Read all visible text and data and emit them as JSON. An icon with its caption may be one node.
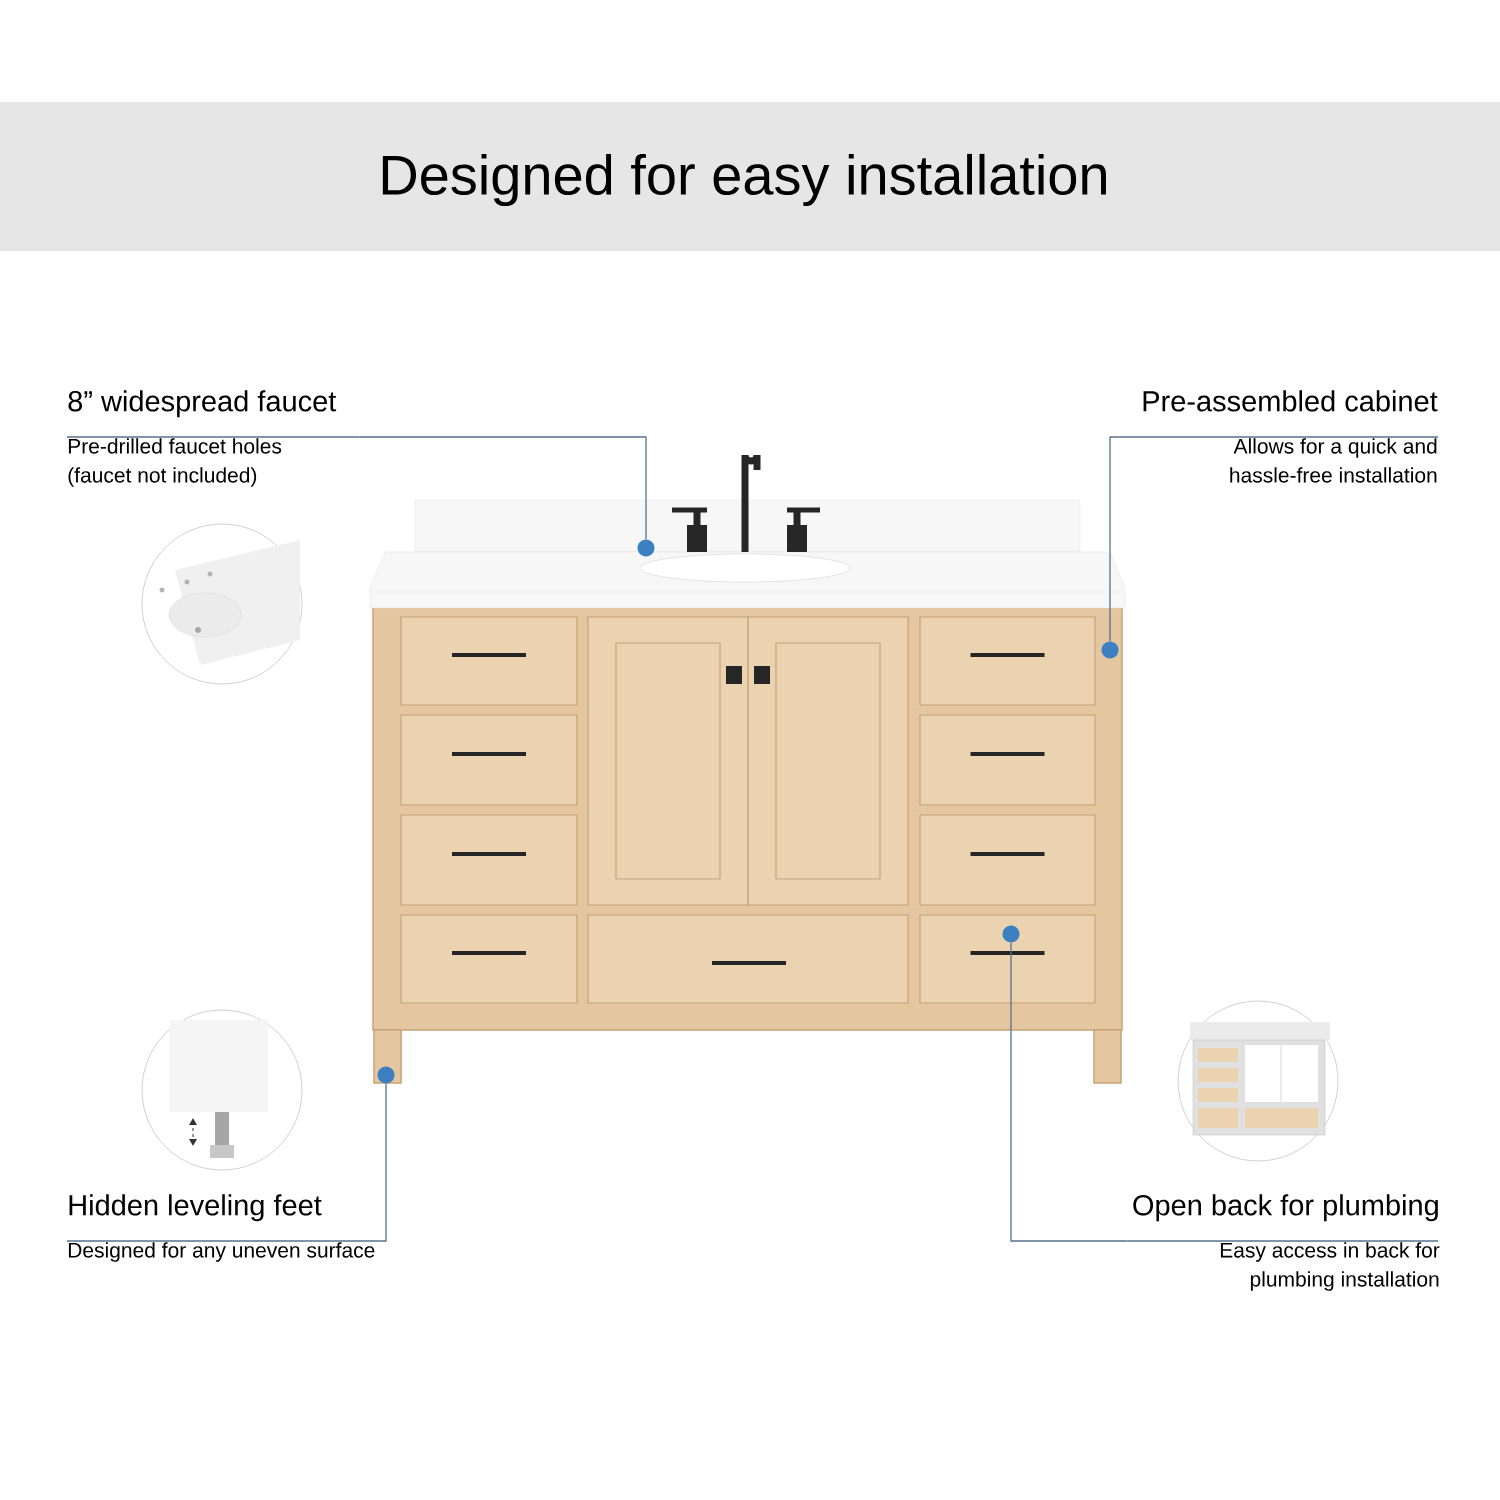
{
  "diagram": {
    "title": "Designed for easy installation",
    "nodes": [
      {
        "text": [
          "8” widespread faucet",
          "Pre-drilled faucet holes (faucet not included)"
        ]
      },
      {
        "text": [
          "Pre-assembled cabinet",
          "Allows for a quick and hassle-free installation"
        ]
      },
      {
        "text": [
          "Hidden leveling feet",
          "Designed for any uneven surface"
        ]
      },
      {
        "text": [
          "Open back for plumbing",
          "Easy access in back for plumbing installation"
        ]
      },
      {
        "text": [],
        "shape": "circle"
      },
      {
        "text": [],
        "shape": "circle"
      },
      {
        "text": [],
        "shape": "circle"
      },
      {
        "text": [],
        "shape": "circle"
      }
    ],
    "edges": [
      {
        "from": 0,
        "to": 5,
        "arrow": "none"
      },
      {
        "from": 1,
        "to": 7,
        "arrow": "none"
      },
      {
        "from": 2,
        "to": 4,
        "arrow": "none"
      },
      {
        "from": 3,
        "to": 6,
        "arrow": "none"
      }
    ]
  }
}
